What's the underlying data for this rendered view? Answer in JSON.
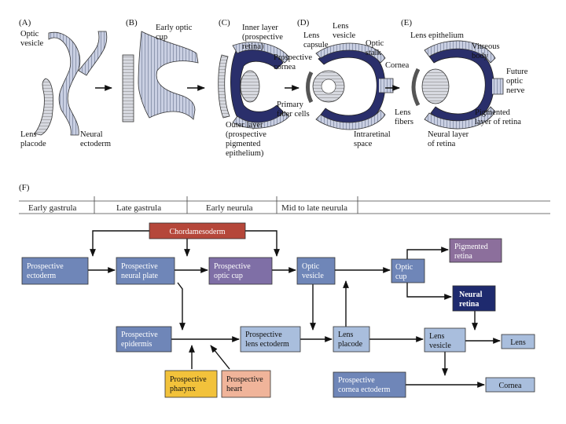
{
  "top_panels": {
    "A": {
      "letter": "(A)",
      "labels": [
        "Optic",
        "vesicle",
        "Lens",
        "placode",
        "Neural",
        "ectoderm"
      ]
    },
    "B": {
      "letter": "(B)",
      "labels": [
        "Early optic",
        "cup"
      ]
    },
    "C": {
      "letter": "(C)",
      "labels": [
        "Inner layer",
        "(prospective",
        "retina)",
        "Outer layer",
        "(prospective",
        "pigmented",
        "epithelium)"
      ]
    },
    "D": {
      "letter": "(D)",
      "labels": [
        "Lens",
        "capsule",
        "Lens",
        "vesicle",
        "Optic",
        "stalk",
        "Prospective",
        "cornea",
        "Primary",
        "fiber cells",
        "Intraretinal",
        "space"
      ]
    },
    "E": {
      "letter": "(E)",
      "labels": [
        "Lens epithelium",
        "Vitreous",
        "body",
        "Cornea",
        "Future",
        "optic",
        "nerve",
        "Lens",
        "fibers",
        "Pigmented",
        "layer of retina",
        "Neural layer",
        "of retina"
      ]
    }
  },
  "panel_f": {
    "letter": "(F)",
    "stages": [
      "Early gastrula",
      "Late gastrula",
      "Early neurula",
      "Mid to late neurula"
    ],
    "boxes": {
      "chordamesoderm": [
        "Chordamesoderm"
      ],
      "pros_ectoderm": [
        "Prospective",
        "ectoderm"
      ],
      "pros_neural_plate": [
        "Prospective",
        "neural plate"
      ],
      "pros_optic_cup": [
        "Prospective",
        "optic cup"
      ],
      "optic_vesicle": [
        "Optic",
        "vesicle"
      ],
      "optic_cup": [
        "Optic",
        "cup"
      ],
      "pigmented_retina": [
        "Pigmented",
        "retina"
      ],
      "neural_retina": [
        "Neural",
        "retina"
      ],
      "pros_epidermis": [
        "Prospective",
        "epidermis"
      ],
      "pros_lens_ectoderm": [
        "Prospective",
        "lens ectoderm"
      ],
      "lens_placode": [
        "Lens",
        "placode"
      ],
      "lens_vesicle": [
        "Lens",
        "vesicle"
      ],
      "lens": [
        "Lens"
      ],
      "pros_pharynx": [
        "Prospective",
        "pharynx"
      ],
      "pros_heart": [
        "Prospective",
        "heart"
      ],
      "pros_cornea_ectoderm": [
        "Prospective",
        "cornea ectoderm"
      ],
      "cornea": [
        "Cornea"
      ]
    }
  },
  "colors": {
    "chordamesoderm": "#b5473a",
    "pigmented_retina": "#8c6f9c",
    "neural_retina": "#1e2a6e",
    "blue_box": "#6f86b8",
    "blue_light": "#a9bedd",
    "pharynx": "#f2c23b",
    "heart": "#f0b49a",
    "tissue_light": "#9aa4c6",
    "tissue_dark": "#2a2f6b"
  }
}
